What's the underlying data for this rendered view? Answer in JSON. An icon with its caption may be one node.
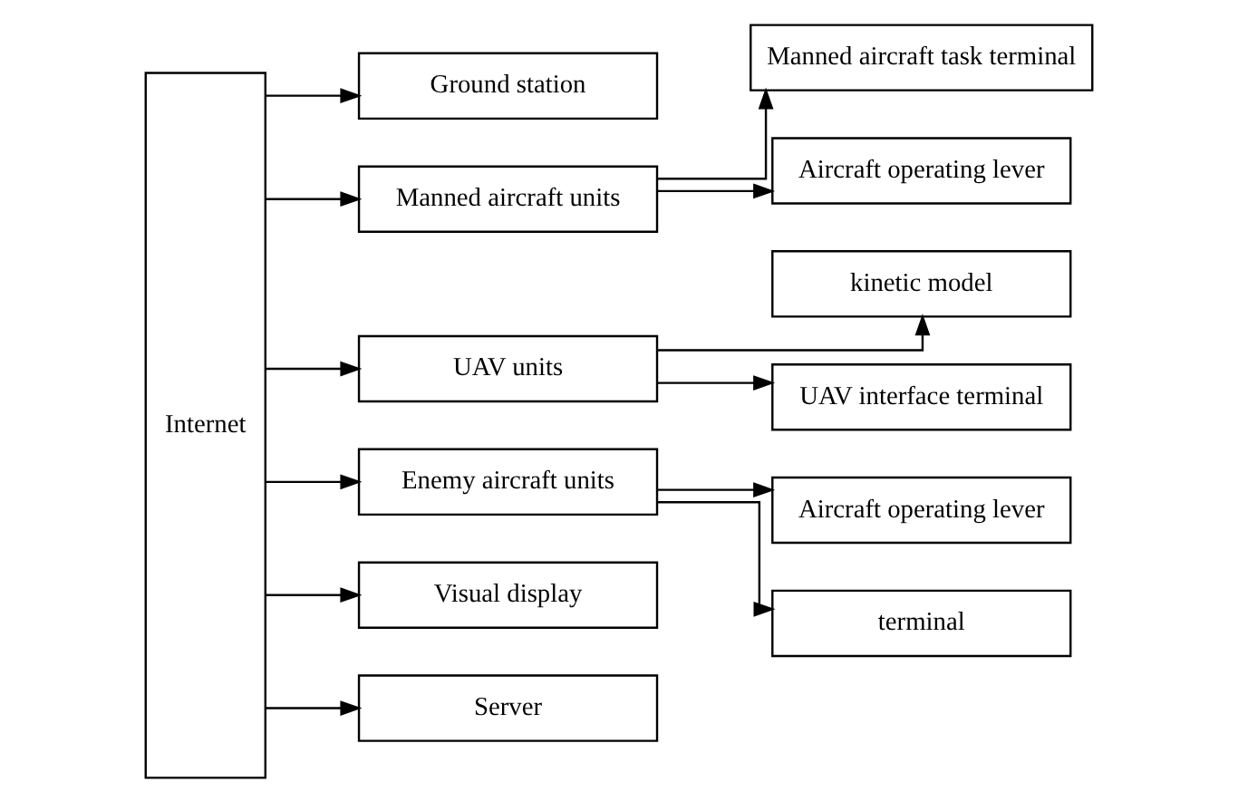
{
  "diagram": {
    "nodes": [
      {
        "text": [
          "Internet"
        ]
      },
      {
        "text": [
          "Ground station"
        ]
      },
      {
        "text": [
          "Manned aircraft units"
        ]
      },
      {
        "text": [
          "UAV units"
        ]
      },
      {
        "text": [
          "Enemy aircraft units"
        ]
      },
      {
        "text": [
          "Visual display"
        ]
      },
      {
        "text": [
          "Server"
        ]
      },
      {
        "text": [
          "Manned aircraft task terminal"
        ]
      },
      {
        "text": [
          "Aircraft operating lever"
        ]
      },
      {
        "text": [
          "kinetic model"
        ]
      },
      {
        "text": [
          "UAV interface terminal"
        ]
      },
      {
        "text": [
          "Aircraft operating lever"
        ]
      },
      {
        "text": [
          "terminal"
        ]
      }
    ],
    "edges": [
      {
        "from": 0,
        "to": 1,
        "arrow": "to"
      },
      {
        "from": 0,
        "to": 2,
        "arrow": "to"
      },
      {
        "from": 0,
        "to": 3,
        "arrow": "to"
      },
      {
        "from": 0,
        "to": 4,
        "arrow": "to"
      },
      {
        "from": 0,
        "to": 5,
        "arrow": "to"
      },
      {
        "from": 0,
        "to": 6,
        "arrow": "to"
      },
      {
        "from": 2,
        "to": 7,
        "arrow": "to"
      },
      {
        "from": 2,
        "to": 8,
        "arrow": "to"
      },
      {
        "from": 3,
        "to": 9,
        "arrow": "to"
      },
      {
        "from": 3,
        "to": 10,
        "arrow": "to"
      },
      {
        "from": 4,
        "to": 11,
        "arrow": "to"
      },
      {
        "from": 4,
        "to": 12,
        "arrow": "to"
      }
    ]
  }
}
